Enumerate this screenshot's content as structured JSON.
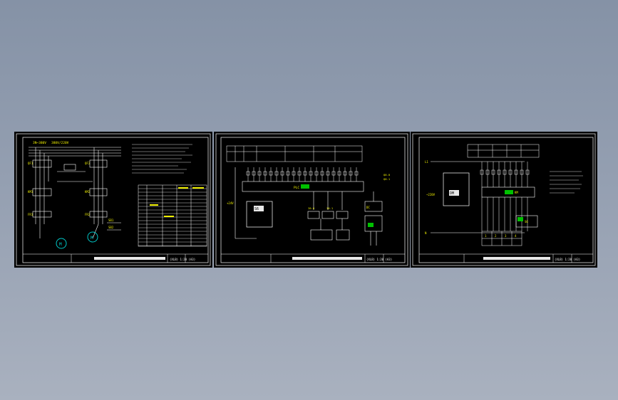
{
  "colors": {
    "background_top": "#8592a6",
    "background_bottom": "#a9b1bf",
    "sheet": "#000000",
    "line": "#ffffff",
    "accent": "#f0f000",
    "motor": "#00c8c8",
    "relay": "#00c000"
  },
  "sheets": [
    {
      "id": "sheet-1",
      "motor_labels": [
        "M",
        "M"
      ],
      "supply_labels": [
        "3N~380V",
        "380V/220V"
      ],
      "tag_labels": [
        "QF1",
        "QF2",
        "KM1",
        "KM2",
        "FR1",
        "FR2",
        "SB1",
        "SB2"
      ],
      "title_block": "(XLB) 1:20 (A3)"
    },
    {
      "id": "sheet-2",
      "block_labels": [
        "PLC",
        "S6",
        "DC"
      ],
      "supply_labels": [
        "+24V"
      ],
      "tag_labels": [
        "I0.0",
        "I0.1",
        "Q0.0",
        "Q0.1"
      ],
      "title_block": "(XLB) 1:20 (A3)"
    },
    {
      "id": "sheet-3",
      "block_labels": [
        "S6",
        "DM",
        "KM"
      ],
      "supply_labels": [
        "L1",
        "N",
        "~220V"
      ],
      "tag_labels": [
        "1",
        "2",
        "3",
        "4"
      ],
      "title_block": "(XLB) 1:20 (A3)"
    }
  ]
}
